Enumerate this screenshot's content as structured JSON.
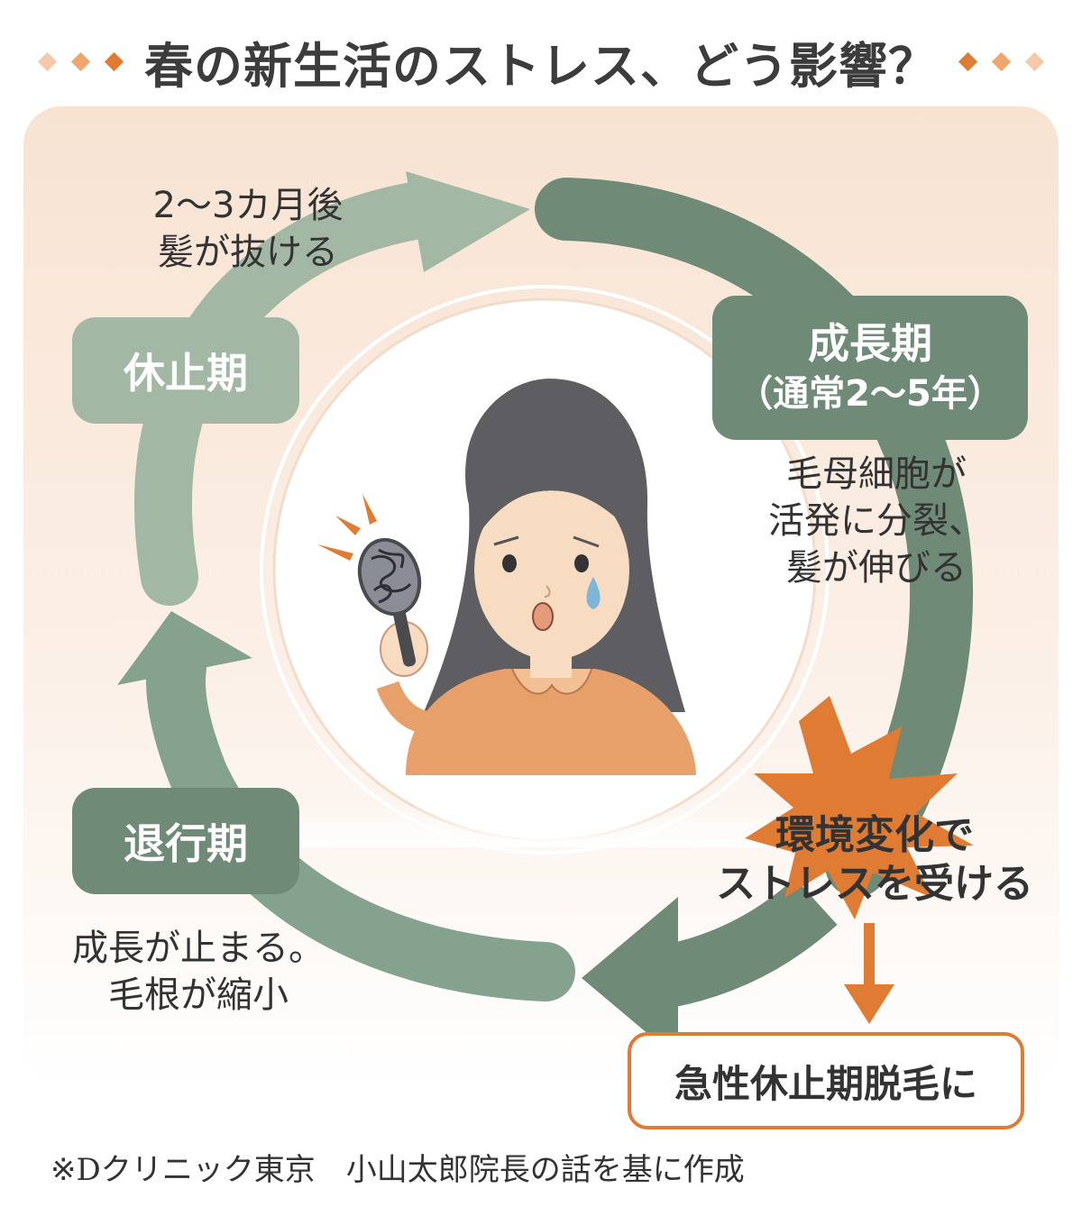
{
  "title": "春の新生活のストレス、どう影響？",
  "phases": {
    "growth": {
      "label": "成長期",
      "sub": "（通常2〜5年）",
      "desc": [
        "毛母細胞が",
        "活発に分裂、",
        "髪が伸びる"
      ]
    },
    "regression": {
      "label": "退行期",
      "desc": [
        "成長が止まる。",
        "毛根が縮小"
      ]
    },
    "resting": {
      "label": "休止期",
      "desc": [
        "2〜3カ月後",
        "髪が抜ける"
      ]
    }
  },
  "stress": [
    "環境変化で",
    "ストレスを受ける"
  ],
  "result": "急性休止期脱毛に",
  "note": "※Dクリニック東京　小山太郎院長の話を基に作成",
  "colors": {
    "dark_green": "#6f8a76",
    "mid_green": "#84a28d",
    "light_green": "#a3b8a4",
    "orange": "#e07b34",
    "peach": "#f8e3d2",
    "skin": "#f7dcc2",
    "hair": "#5d5d62",
    "sweater": "#e8a06a",
    "tear": "#7eb6da"
  },
  "icons": [
    "burst-icon",
    "brush-icon",
    "tear-icon",
    "down-arrow-icon"
  ]
}
